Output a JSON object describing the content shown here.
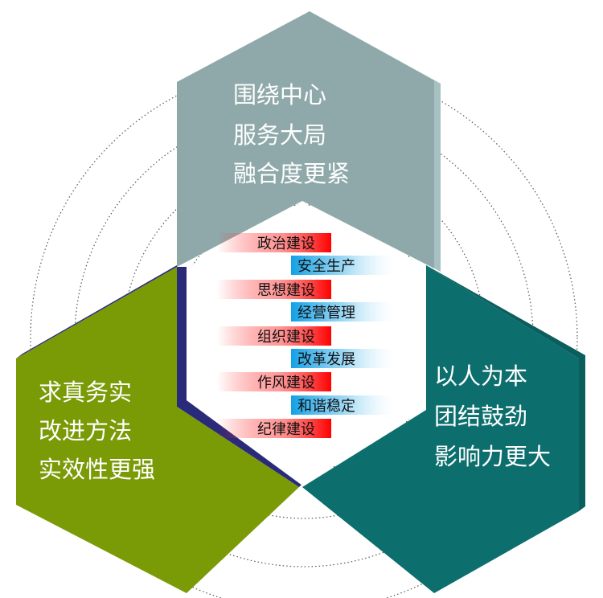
{
  "colors": {
    "top": "#8fa9aa",
    "green": "#7a9a06",
    "teal": "#0c6e6d",
    "navy": "#2a2a7a",
    "red": "#ff1a1a",
    "blue": "#1aa6e8"
  },
  "top_block": {
    "lines": [
      "围绕中心",
      "服务大局",
      "融合度更紧"
    ]
  },
  "left_block": {
    "lines": [
      "求真务实",
      "改进方法",
      "实效性更强"
    ]
  },
  "right_block": {
    "lines": [
      "以人为本",
      "团结鼓劲",
      "影响力更大"
    ]
  },
  "center": {
    "red_items": [
      "政治建设",
      "思想建设",
      "组织建设",
      "作风建设",
      "纪律建设"
    ],
    "blue_items": [
      "安全生产",
      "经营管理",
      "改革发展",
      "和谐稳定"
    ]
  }
}
